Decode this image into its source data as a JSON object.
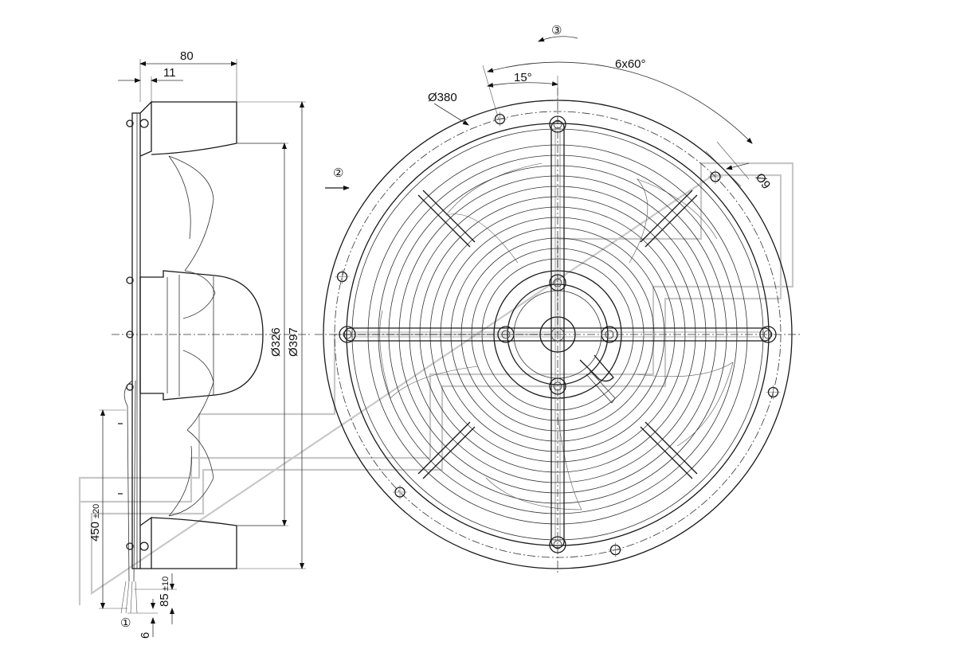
{
  "dimensions": {
    "width_80": "80",
    "offset_11": "11",
    "dia_326": "Ø326",
    "dia_397": "Ø397",
    "cable_450": "450",
    "cable_450_tol": "±20",
    "strip_85": "85",
    "strip_85_tol": "±10",
    "gap_6": "6",
    "dia_380": "Ø380",
    "angle_15": "15°",
    "pattern_6x60": "6x60°",
    "hole_dia_9": "Ø9"
  },
  "callouts": {
    "cable": "①",
    "airflow": "②",
    "rotation": "③"
  },
  "colors": {
    "line": "#1a1a1a",
    "watermark": "#c8c8c8"
  }
}
